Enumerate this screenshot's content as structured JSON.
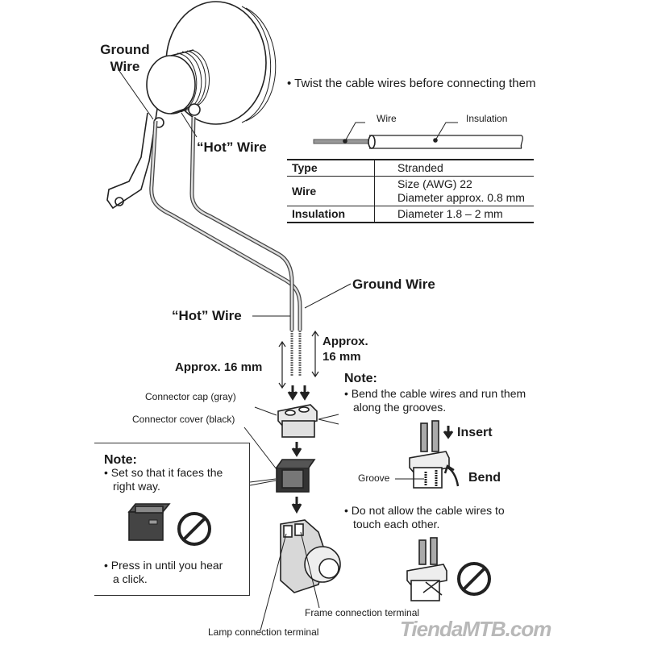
{
  "labels": {
    "ground_wire_top_line1": "Ground",
    "ground_wire_top_line2": "Wire",
    "hot_wire_top": "“Hot” Wire",
    "ground_wire_mid": "Ground Wire",
    "hot_wire_mid": "“Hot” Wire",
    "approx_left": "Approx. 16 mm",
    "approx_right_line1": "Approx.",
    "approx_right_line2": "16 mm",
    "connector_cap": "Connector cap (gray)",
    "connector_cover": "Connector cover (black)",
    "frame_terminal": "Frame connection terminal",
    "lamp_terminal": "Lamp connection terminal"
  },
  "twist_instruction": "• Twist the cable wires before connecting them",
  "cable_diagram": {
    "wire_label": "Wire",
    "insulation_label": "Insulation"
  },
  "spec_table": {
    "rows": [
      {
        "header": "Type",
        "values": [
          "Stranded"
        ]
      },
      {
        "header": "Wire",
        "values": [
          "Size (AWG) 22",
          "Diameter approx. 0.8 mm"
        ]
      },
      {
        "header": "Insulation",
        "values": [
          "Diameter 1.8 – 2 mm"
        ]
      }
    ]
  },
  "note_right": {
    "title": "Note:",
    "bullet1_line1": "• Bend the cable wires and run them",
    "bullet1_line2": "along the grooves.",
    "insert_label": "Insert",
    "bend_label": "Bend",
    "groove_label": "Groove",
    "bullet2_line1": "• Do not allow the cable wires to",
    "bullet2_line2": "touch each other."
  },
  "note_left": {
    "title": "Note:",
    "bullet1_line1": "• Set so that it faces the",
    "bullet1_line2": "right way.",
    "bullet2_line1": "• Press in until you hear",
    "bullet2_line2": "a click."
  },
  "watermark": "TiendaMTB.com"
}
